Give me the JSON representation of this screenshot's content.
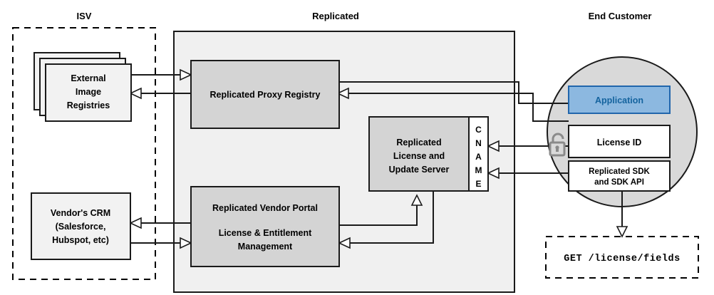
{
  "diagram": {
    "title": "Replicated vendor and end customer architecture",
    "zones": [
      {
        "id": "isv",
        "label": "ISV",
        "style": "dashed"
      },
      {
        "id": "replicated",
        "label": "Replicated",
        "style": "solid-filled"
      },
      {
        "id": "end_customer",
        "label": "End Customer",
        "style": "circle"
      }
    ],
    "nodes": [
      {
        "id": "external-image-registries",
        "label_lines": [
          "External",
          "Image",
          "Registries"
        ],
        "shape": "stacked-rectangle",
        "zone": "isv",
        "fill": "#f2f2f2"
      },
      {
        "id": "vendors-crm",
        "label_lines": [
          "Vendor's CRM",
          "(Salesforce,",
          "Hubspot, etc)"
        ],
        "shape": "rectangle",
        "zone": "isv",
        "fill": "#f2f2f2"
      },
      {
        "id": "replicated-proxy-registry",
        "label_lines": [
          "Replicated Proxy Registry"
        ],
        "shape": "rectangle",
        "zone": "replicated",
        "fill": "#d4d4d4"
      },
      {
        "id": "replicated-license-and-update-server",
        "label_lines": [
          "Replicated",
          "License and",
          "Update Server"
        ],
        "shape": "rectangle",
        "zone": "replicated",
        "fill": "#d4d4d4"
      },
      {
        "id": "cname",
        "label_letters": [
          "C",
          "N",
          "A",
          "M",
          "E"
        ],
        "shape": "vertical-strip",
        "zone": "replicated",
        "fill": "#ffffff"
      },
      {
        "id": "replicated-vendor-portal",
        "label_lines": [
          "Replicated Vendor Portal",
          "License & Entitlement",
          "Management"
        ],
        "shape": "rectangle",
        "zone": "replicated",
        "fill": "#d4d4d4"
      },
      {
        "id": "application",
        "label_lines": [
          "Application"
        ],
        "shape": "rectangle",
        "zone": "end_customer",
        "fill": "#8cb8e0"
      },
      {
        "id": "license-id",
        "label_lines": [
          "License ID"
        ],
        "shape": "rectangle",
        "zone": "end_customer",
        "fill": "#ffffff"
      },
      {
        "id": "replicated-sdk",
        "label_lines": [
          "Replicated SDK",
          "and SDK API"
        ],
        "shape": "rectangle",
        "zone": "end_customer",
        "fill": "#ffffff"
      },
      {
        "id": "license-fields-request",
        "label_lines": [
          "GET /license/fields"
        ],
        "shape": "dashed-rectangle",
        "zone": "end_customer",
        "fill": "#ffffff"
      }
    ],
    "icons": [
      {
        "id": "unlocked-padlock",
        "name": "unlock-icon",
        "color": "#8a8a8a"
      }
    ],
    "colors": {
      "zone_fill": "#f0f0f0",
      "node_fill_gray": "#d4d4d4",
      "node_fill_light": "#f2f2f2",
      "circle_fill": "#d9d9d9",
      "application_fill": "#8cb8e0",
      "application_border": "#2166ac",
      "application_text": "#14639e",
      "stroke": "#1a1a1a"
    },
    "text": {
      "isv_label": "ISV",
      "replicated_label": "Replicated",
      "end_customer_label": "End Customer",
      "external_registries_l1": "External",
      "external_registries_l2": "Image",
      "external_registries_l3": "Registries",
      "crm_l1": "Vendor's CRM",
      "crm_l2": "(Salesforce,",
      "crm_l3": "Hubspot, etc)",
      "proxy_registry": "Replicated Proxy Registry",
      "license_server_l1": "Replicated",
      "license_server_l2": "License and",
      "license_server_l3": "Update Server",
      "cname_c": "C",
      "cname_n": "N",
      "cname_a": "A",
      "cname_m": "M",
      "cname_e": "E",
      "vendor_portal_l1": "Replicated Vendor Portal",
      "vendor_portal_l2": "License & Entitlement",
      "vendor_portal_l3": "Management",
      "application": "Application",
      "license_id": "License ID",
      "sdk_l1": "Replicated SDK",
      "sdk_l2": "and SDK API",
      "get_license_fields": "GET /license/fields"
    },
    "connections": [
      {
        "from": "external-image-registries",
        "to": "replicated-proxy-registry",
        "direction": "right"
      },
      {
        "from": "replicated-proxy-registry",
        "to": "external-image-registries",
        "direction": "left"
      },
      {
        "from": "replicated-proxy-registry",
        "to": "application",
        "direction": "right"
      },
      {
        "from": "application",
        "to": "replicated-proxy-registry",
        "direction": "left"
      },
      {
        "from": "license-id",
        "to": "cname",
        "direction": "left"
      },
      {
        "from": "replicated-sdk",
        "to": "cname",
        "direction": "left"
      },
      {
        "from": "vendors-crm",
        "to": "replicated-vendor-portal",
        "direction": "right"
      },
      {
        "from": "replicated-vendor-portal",
        "to": "vendors-crm",
        "direction": "left"
      },
      {
        "from": "replicated-vendor-portal",
        "to": "replicated-license-and-update-server",
        "direction": "up"
      },
      {
        "from": "replicated-license-and-update-server",
        "to": "replicated-vendor-portal",
        "direction": "left"
      },
      {
        "from": "replicated-sdk",
        "to": "license-fields-request",
        "direction": "down"
      }
    ]
  }
}
